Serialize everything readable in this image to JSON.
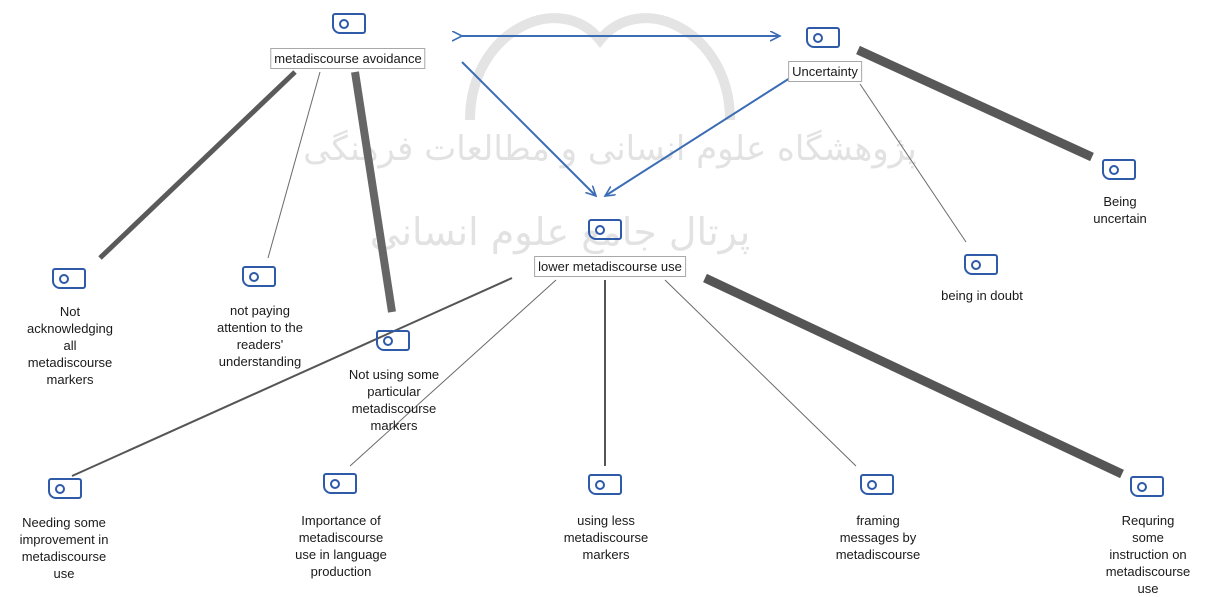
{
  "watermark": {
    "line1": "پژوهشگاه علوم انسانی و مطالعات فرهنگی",
    "line2": "پرتال جامع علوم انسانی"
  },
  "colors": {
    "relation": "#3b6db5",
    "link": "#555555",
    "icon": "#2e5aa8"
  },
  "icon_name": "code-icon",
  "nodes": {
    "metadiscourse_avoidance": "metadiscourse avoidance",
    "uncertainty": "Uncertainty",
    "lower_metadiscourse_use": "lower metadiscourse use",
    "being_uncertain": "Being uncertain",
    "being_in_doubt": "being in doubt",
    "not_acknowledging": [
      "Not",
      "acknowledging",
      "all",
      "metadiscourse",
      "markers"
    ],
    "not_paying_attention": [
      "not paying",
      "attention to the",
      "readers'",
      "understanding"
    ],
    "not_using_some": [
      "Not using some",
      "particular",
      "metadiscourse",
      "markers"
    ],
    "needing_improvement": [
      "Needing some",
      "improvement in",
      "metadiscourse",
      "use"
    ],
    "importance_of": [
      "Importance of",
      "metadiscourse",
      "use in language",
      "production"
    ],
    "using_less": [
      "using less",
      "metadiscourse",
      "markers"
    ],
    "framing_messages": [
      "framing",
      "messages by",
      "metadiscourse"
    ],
    "requiring_instruction": [
      "Requring some",
      "instruction on",
      "metadiscourse",
      "use"
    ]
  }
}
